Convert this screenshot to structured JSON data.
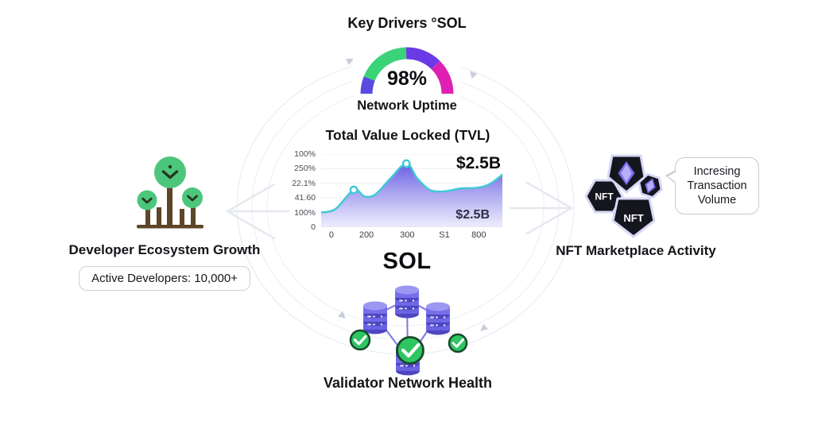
{
  "header": {
    "title": "Key Drivers °SOL"
  },
  "gauge": {
    "value": "98%",
    "label": "Network Uptime",
    "segment_colors": [
      "#584be0",
      "#3bd377",
      "#6a3ae6",
      "#de21b2"
    ]
  },
  "chart_data": {
    "type": "area",
    "title": "Total Value Locked (TVL)",
    "xlabel": "",
    "ylabel": "",
    "yticks": [
      "100%",
      "250%",
      "22.1%",
      "41.60",
      "100%",
      "0"
    ],
    "xticks": [
      "0",
      "200",
      "300",
      "S1",
      "800"
    ],
    "annotation_primary": "$2.5B",
    "annotation_secondary": "$2.5B",
    "line_color": "#41c9d6",
    "fill_top": "#6156e2",
    "fill_bottom": "#e8e8fc",
    "points_pct": [
      [
        0,
        20
      ],
      [
        8,
        25
      ],
      [
        18,
        51
      ],
      [
        24,
        42
      ],
      [
        30,
        45
      ],
      [
        38,
        66
      ],
      [
        47,
        87
      ],
      [
        53,
        67
      ],
      [
        60,
        51
      ],
      [
        68,
        49
      ],
      [
        77,
        53
      ],
      [
        86,
        54
      ],
      [
        93,
        59
      ],
      [
        100,
        72
      ]
    ],
    "marker_indices": [
      2,
      6
    ],
    "grid": true,
    "legend": "none"
  },
  "center_symbol": "SOL",
  "developer": {
    "label": "Developer Ecosystem Growth",
    "badge": "Active Developers: 10,000+"
  },
  "nft": {
    "label": "NFT Marketplace Activity",
    "badge_text": "NFT",
    "callout": [
      "Incresing",
      "Transaction",
      "Volume"
    ]
  },
  "validator": {
    "label": "Validator Network Health"
  },
  "colors": {
    "tree_green": "#4cc67b",
    "tree_brown": "#5d4527",
    "check_green": "#2fc561",
    "db_purple": "#6f68e4",
    "badge_dark": "#15151e",
    "ring_gray": "#ebedf4",
    "accent_teal": "#41c9d6"
  }
}
